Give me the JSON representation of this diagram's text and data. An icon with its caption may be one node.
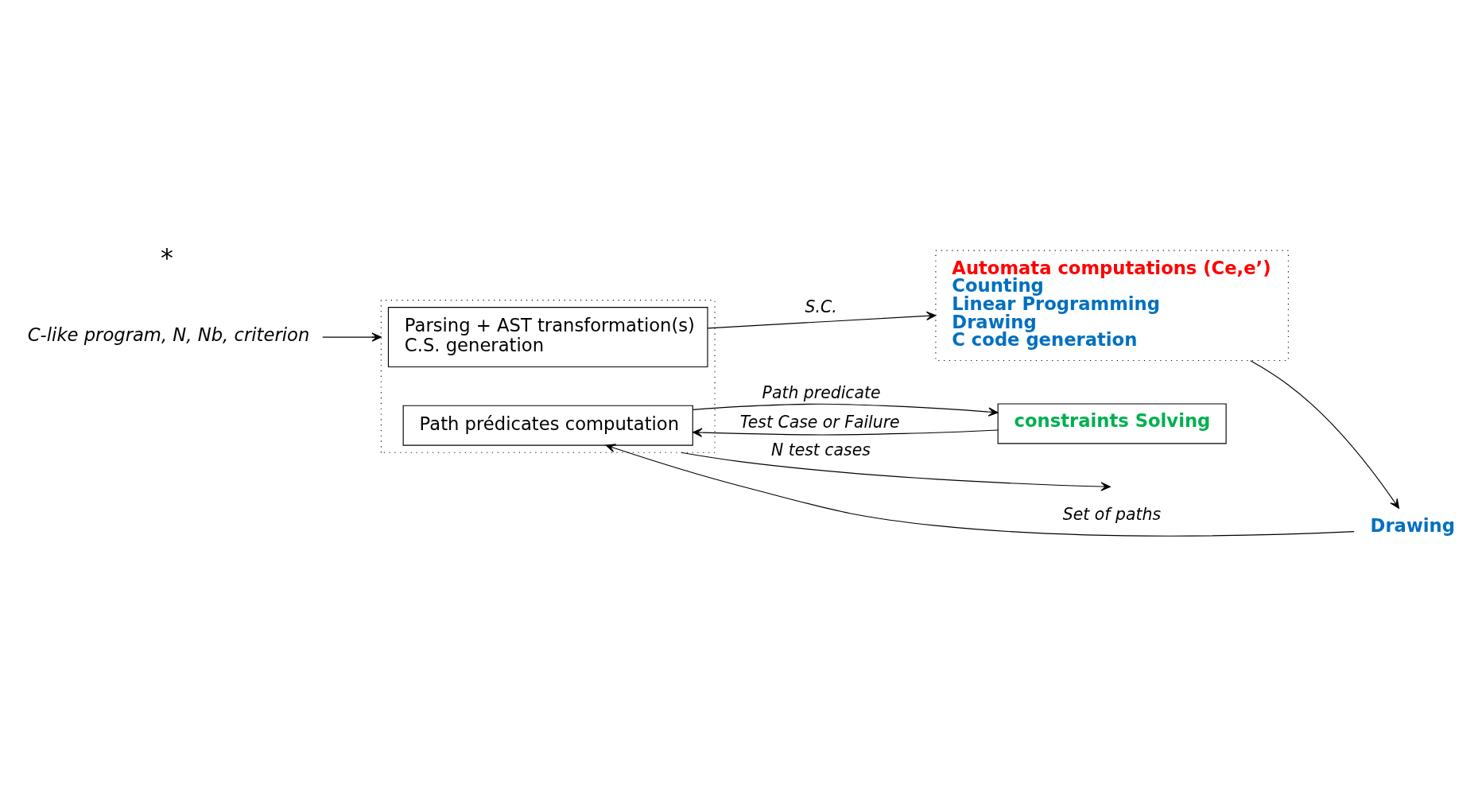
{
  "diagram": {
    "nodes": [
      {
        "text": [],
        "shape": "box"
      },
      {
        "text": [
          "Parsing + AST transformation(s)",
          "C.S. generation"
        ],
        "in": 0
      },
      {
        "text": [
          "Path prédicates computation"
        ],
        "in": 0
      },
      {
        "text": [
          "Automata computations (Ce,e’)",
          "Counting",
          "Linear Programming",
          "Drawing",
          "C code generation"
        ]
      },
      {
        "text": [
          "Drawing"
        ]
      },
      {
        "text": [
          "constraints Solving"
        ]
      },
      {
        "text": [
          "C-like program, N, Nb, criterion"
        ]
      }
    ],
    "edges": [
      {
        "from": 6,
        "to": 0,
        "arrow": "to"
      },
      {
        "from": 1,
        "to": 3,
        "arrow": "to",
        "label": "S.C."
      },
      {
        "from": 3,
        "to": 4,
        "arrow": "to"
      },
      {
        "from": 4,
        "to": 2,
        "arrow": "to",
        "label": "Set of paths"
      },
      {
        "from": 2,
        "to": 5,
        "arrow": "to",
        "label": "Path predicate"
      },
      {
        "from": 5,
        "to": 2,
        "arrow": "to",
        "label": "Test Case or Failure"
      },
      {
        "from": 0,
        "to": null,
        "arrow": "to",
        "label": "N test cases"
      }
    ],
    "labels": [
      "*"
    ]
  }
}
